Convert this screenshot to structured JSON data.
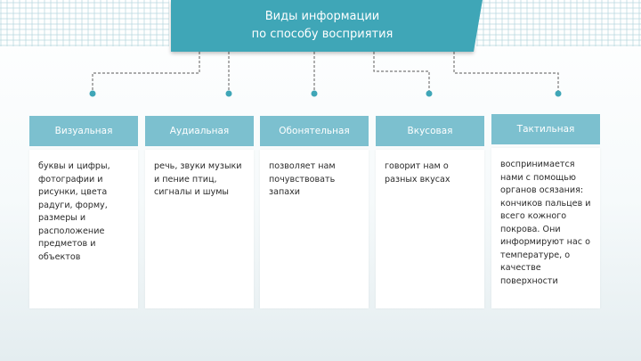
{
  "header": {
    "line1": "Виды информации",
    "line2": "по способу восприятия"
  },
  "columns": [
    {
      "title": "Визуальная",
      "text": "буквы и цифры, фотографии и рисунки, цвета радуги, форму, размеры и расположение предметов и объектов"
    },
    {
      "title": "Аудиальная",
      "text": "речь, звуки музыки и пение птиц, сигналы и шумы"
    },
    {
      "title": "Обонятельная",
      "text": "позволяет нам почувствовать запахи"
    },
    {
      "title": "Вкусовая",
      "text": "говорит нам о разных вкусах"
    },
    {
      "title": "Тактильная",
      "text": "воспринимается нами с помощью органов осязания: кончиков пальцев и всего кожного покрова. Они информируют нас о температуре, о качестве поверхности"
    }
  ],
  "colors": {
    "header": "#3fa6b7",
    "column_header": "#7cc0cf",
    "connector": "#7a7a7a",
    "dot": "#3fa6b7"
  }
}
